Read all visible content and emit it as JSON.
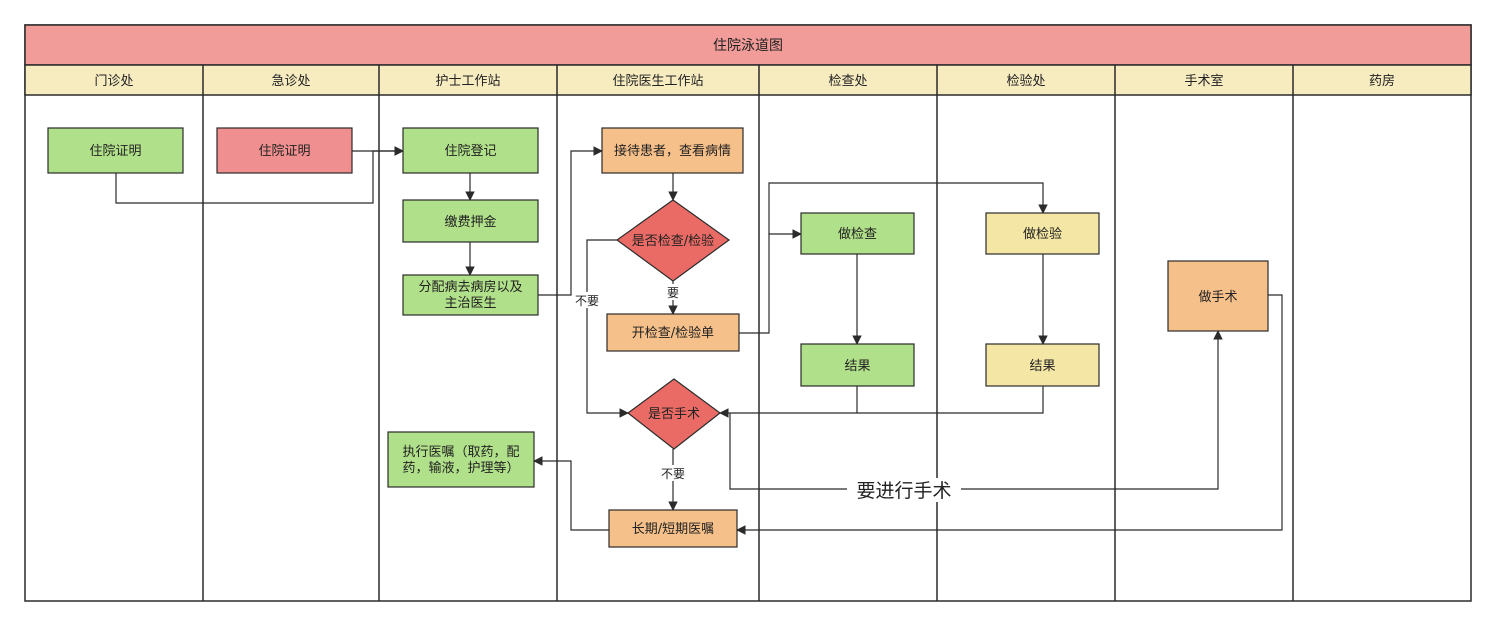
{
  "title": "住院泳道图",
  "lanes": [
    "门诊处",
    "急诊处",
    "护士工作站",
    "住院医生工作站",
    "检查处",
    "检验处",
    "手术室",
    "药房"
  ],
  "nodes": {
    "outpatient_cert": "住院证明",
    "emergency_cert": "住院证明",
    "admission_register": [
      "住院登记"
    ],
    "pay_deposit": [
      "缴费押金"
    ],
    "assign_ward": [
      "分配病去病房以及",
      "主治医生"
    ],
    "execute_orders": [
      "执行医嘱（取药，配",
      "药，输液，护理等）"
    ],
    "receive_patient": [
      "接待患者，查看病情"
    ],
    "need_exam": [
      "是否检查/检验"
    ],
    "issue_form": [
      "开检查/检验单"
    ],
    "need_surgery": [
      "是否手术"
    ],
    "orders": [
      "长期/短期医嘱"
    ],
    "do_exam": [
      "做检查"
    ],
    "exam_result": [
      "结果"
    ],
    "do_test": [
      "做检验"
    ],
    "test_result": [
      "结果"
    ],
    "do_surgery": [
      "做手术"
    ]
  },
  "edge_labels": {
    "exam_no": "不要",
    "exam_yes": "要",
    "surgery_no": "不要",
    "surgery_yes": "要进行手术"
  },
  "colors": {
    "title_bg": "#f19c99",
    "lane_header_bg": "#f7ebc0",
    "green": "#b1e08a",
    "red": "#f08f8f",
    "orange": "#f5c08a",
    "diamond_red": "#ea6b66",
    "yellow": "#f4e6a4",
    "stroke": "#2b2b2b"
  }
}
